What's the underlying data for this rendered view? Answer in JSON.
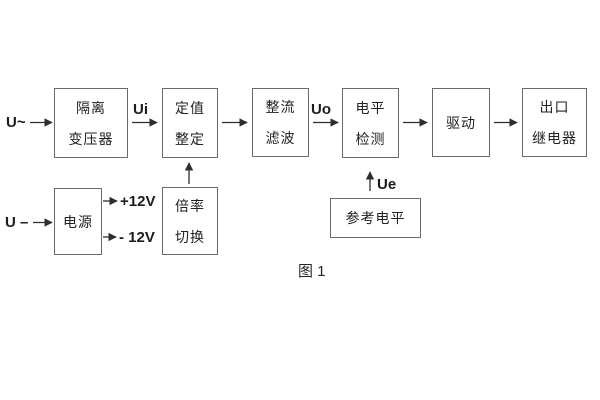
{
  "caption": "图 1",
  "colors": {
    "background": "#ffffff",
    "box_border": "#6a6a6a",
    "box_text": "#222222",
    "arrow": "#2e2e2e"
  },
  "inputs": {
    "ac": "U~",
    "dc": "U –"
  },
  "signals": {
    "ui": "Ui",
    "uo": "Uo",
    "ue": "Ue",
    "plus_12v": "+12V",
    "minus_12v": "- 12V"
  },
  "nodes": {
    "isolation_transformer": {
      "line1": "隔离",
      "line2": "变压器"
    },
    "setpoint_adjust": {
      "line1": "定值",
      "line2": "整定"
    },
    "rectify_filter": {
      "line1": "整流",
      "line2": "滤波"
    },
    "level_detect": {
      "line1": "电平",
      "line2": "检测"
    },
    "drive": {
      "line1": "驱动"
    },
    "output_relay": {
      "line1": "出口",
      "line2": "继电器"
    },
    "power_supply": {
      "line1": "电源"
    },
    "ratio_switch": {
      "line1": "倍率",
      "line2": "切换"
    },
    "reference_level": {
      "line1": "参考电平"
    }
  }
}
